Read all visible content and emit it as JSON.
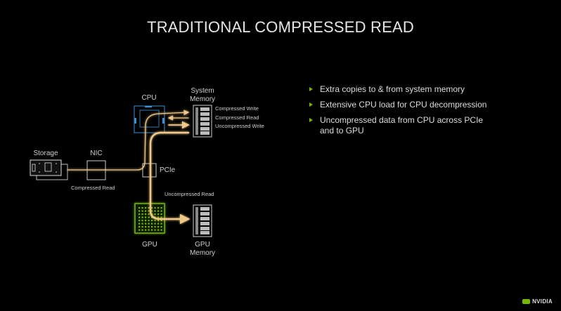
{
  "title": "TRADITIONAL COMPRESSED READ",
  "diagram": {
    "nodes": {
      "storage": "Storage",
      "nic": "NIC",
      "cpu": "CPU",
      "system_memory_line1": "System",
      "system_memory_line2": "Memory",
      "pcie": "PCIe",
      "gpu": "GPU",
      "gpu_memory_line1": "GPU",
      "gpu_memory_line2": "Memory"
    },
    "flows": {
      "compressed_write": "Compressed Write",
      "compressed_read_sys": "Compressed Read",
      "uncompressed_write": "Uncompressed Write",
      "compressed_read_nic": "Compressed Read",
      "uncompressed_read": "Uncompressed Read"
    }
  },
  "bullets": [
    "Extra copies to & from system memory",
    "Extensive CPU load for CPU decompression",
    "Uncompressed data from CPU across PCIe and to GPU"
  ],
  "brand": {
    "logo_text": "NVIDIA",
    "accent": "#76b900"
  },
  "colors": {
    "path": "#f0c98a",
    "cpu": "#2f78b5",
    "gpu": "#76b900"
  }
}
